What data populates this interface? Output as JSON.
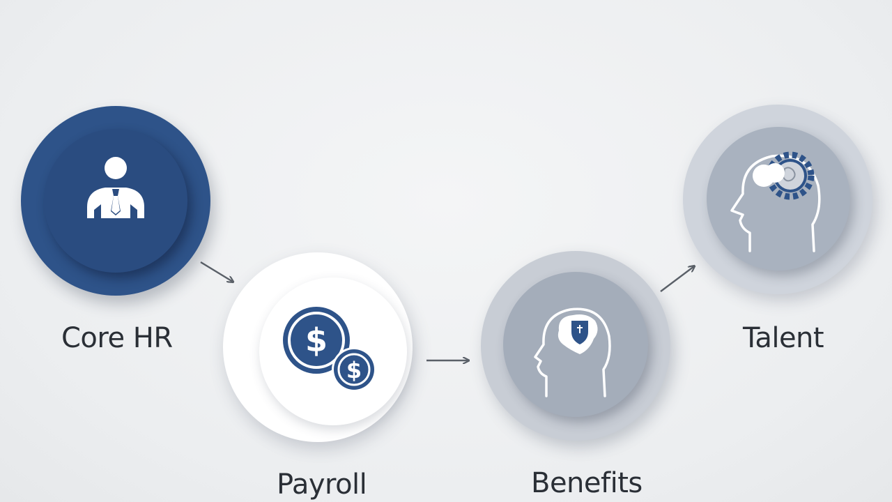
{
  "steps": [
    {
      "label": "Core HR",
      "icon": "person-with-tie-icon"
    },
    {
      "label": "Payroll",
      "icon": "dollar-coins-icon"
    },
    {
      "label": "Benefits",
      "icon": "head-with-shield-icon"
    },
    {
      "label": "Talent",
      "icon": "head-with-gear-icon"
    }
  ],
  "colors": {
    "navy": "#2e5389",
    "background": "#eceef0",
    "text": "#2a2f36",
    "arrow": "#5a6068"
  }
}
